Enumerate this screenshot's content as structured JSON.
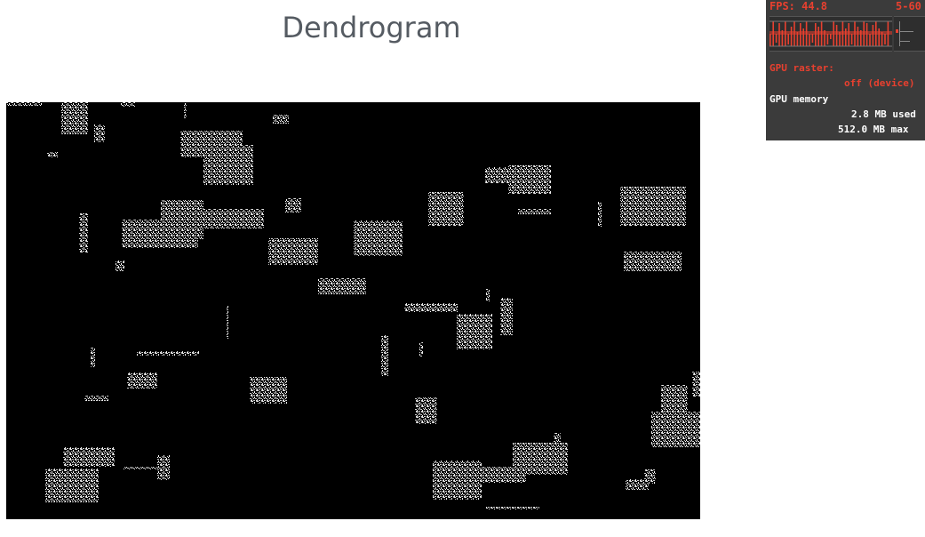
{
  "page": {
    "title": "Dendrogram"
  },
  "hud": {
    "fps_label": "FPS: 44.8",
    "fps_range": "5-60",
    "gpu_raster_label": "GPU raster:",
    "gpu_raster_value": "off (device)",
    "gpu_memory_label": "GPU memory",
    "gpu_memory_used": "2.8 MB used",
    "gpu_memory_max": "512.0 MB max",
    "accent_color": "#e8402f"
  },
  "canvas": {
    "background": "#000000",
    "noise_color": "#d9d9d9"
  }
}
